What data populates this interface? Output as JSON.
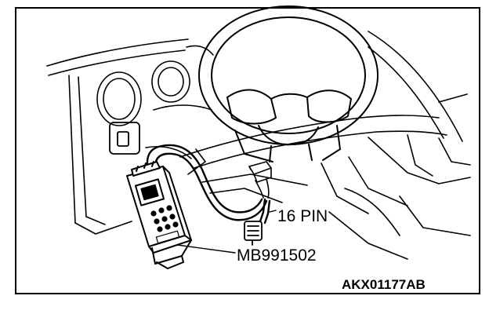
{
  "labels": {
    "connector": "16 PIN",
    "tool": "MB991502",
    "figure_id": "AKX01177AB"
  },
  "colors": {
    "ink": "#000000",
    "paper": "#ffffff"
  }
}
